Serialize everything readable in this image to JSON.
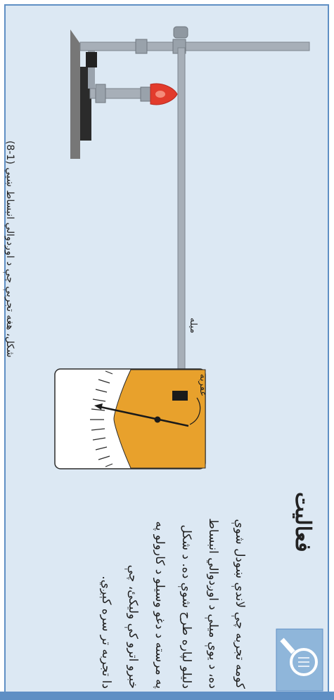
{
  "caption": "(8-1) شکل، هغه تجربې چې د اوږدوالي انبساط ښيي",
  "labels": {
    "rod": "میله",
    "pointer": "عقربه"
  },
  "activity": {
    "title": "فعالیت",
    "lines": [
      "کومه تجربه چې لاندې ښودل شوې",
      "ده، د یوې میلې د اوږدوالي انبساط",
      "دلیلو لپاره طرح شوې ده. د شکل",
      "په مرسته د دغو وسیلو د کارولو په",
      "خبرو اترو کې ولیکئ، چې",
      "دا تجربه تر سره کېږي."
    ]
  },
  "colors": {
    "panel": "#dce8f3",
    "border": "#5f8fc4",
    "dial": "#e8a12c",
    "flame": "#e23b2c"
  }
}
